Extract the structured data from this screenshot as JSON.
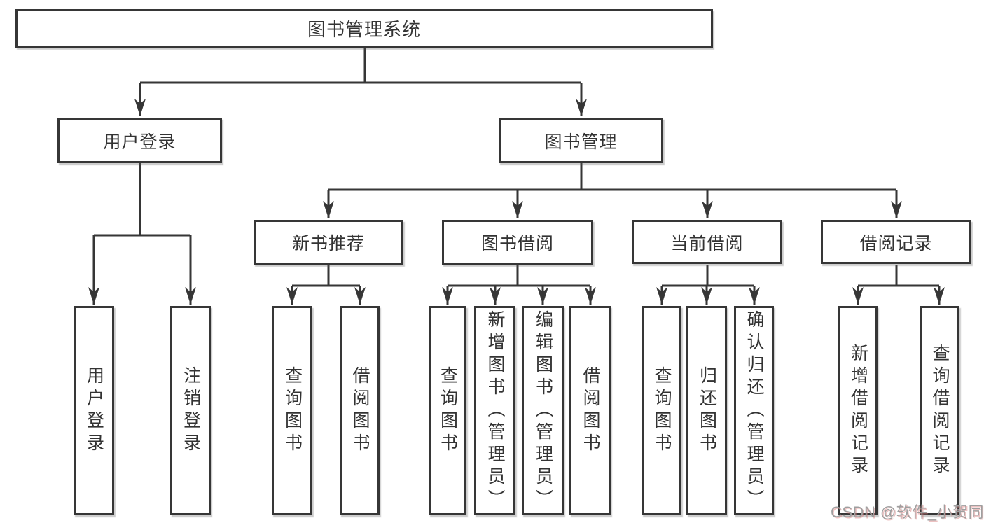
{
  "diagram": {
    "root": {
      "label": "图书管理系统"
    },
    "level1": {
      "user_login": {
        "label": "用户登录",
        "children": [
          "用户登录",
          "注销登录"
        ]
      },
      "book_management": {
        "label": "图书管理",
        "sections": {
          "new_book_recommend": {
            "label": "新书推荐",
            "children": [
              "查询图书",
              "借阅图书"
            ]
          },
          "book_borrow": {
            "label": "图书借阅",
            "children": [
              "查询图书",
              "新增图书（管理员）",
              "编辑图书（管理员）",
              "借阅图书"
            ]
          },
          "current_borrow": {
            "label": "当前借阅",
            "children": [
              "查询图书",
              "归还图书",
              "确认归还（管理员）"
            ]
          },
          "borrow_record": {
            "label": "借阅记录",
            "children": [
              "新增借阅记录",
              "查询借阅记录"
            ]
          }
        }
      }
    }
  },
  "watermark": {
    "text": "CSDN @软件_小贺同学"
  },
  "colors": {
    "line": "#363636",
    "text": "#333333",
    "background": "#ffffff",
    "watermark": "#9f9f9f"
  }
}
